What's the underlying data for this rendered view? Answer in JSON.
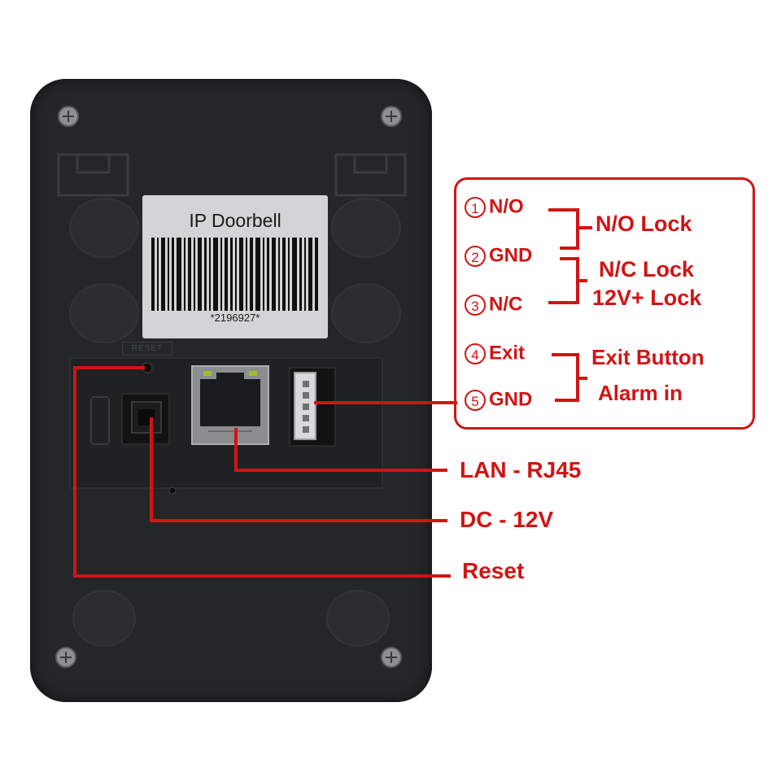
{
  "device": {
    "label_title": "IP Doorbell",
    "serial": "*2196927*",
    "reset_tag": "RESET"
  },
  "pins": [
    {
      "num": "1",
      "name": "N/O"
    },
    {
      "num": "2",
      "name": "GND"
    },
    {
      "num": "3",
      "name": "N/C"
    },
    {
      "num": "4",
      "name": "Exit"
    },
    {
      "num": "5",
      "name": "GND"
    }
  ],
  "functions": {
    "no_lock": "N/O Lock",
    "nc_lock": "N/C Lock",
    "v12_lock": "12V+ Lock",
    "exit_button": "Exit Button",
    "alarm_in": "Alarm in"
  },
  "callouts": {
    "lan": "LAN - RJ45",
    "dc": "DC - 12V",
    "reset": "Reset"
  },
  "colors": {
    "annotation": "#d11414",
    "device_body": "#252628",
    "sticker": "#d4d4d6"
  }
}
